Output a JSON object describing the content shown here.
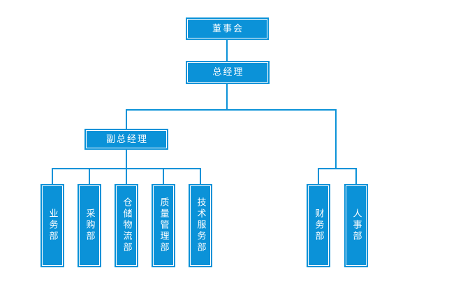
{
  "diagram": {
    "type": "org-chart",
    "colors": {
      "node_fill": "#0b92d8",
      "node_inner_border": "#ffffff",
      "connector": "#0b92d8",
      "text": "#ffffff",
      "background": "#ffffff"
    },
    "nodes": [
      {
        "id": "board",
        "label": "董事会",
        "parent": null,
        "orientation": "horizontal"
      },
      {
        "id": "general-manager",
        "label": "总经理",
        "parent": "board",
        "orientation": "horizontal"
      },
      {
        "id": "deputy-general-manager",
        "label": "副总经理",
        "parent": "general-manager",
        "orientation": "horizontal"
      },
      {
        "id": "business-dept",
        "label": "业务部",
        "parent": "deputy-general-manager",
        "orientation": "vertical"
      },
      {
        "id": "purchasing-dept",
        "label": "采购部",
        "parent": "deputy-general-manager",
        "orientation": "vertical"
      },
      {
        "id": "warehouse-logistics-dept",
        "label": "仓储物流部",
        "parent": "deputy-general-manager",
        "orientation": "vertical"
      },
      {
        "id": "quality-management-dept",
        "label": "质量管理部",
        "parent": "deputy-general-manager",
        "orientation": "vertical"
      },
      {
        "id": "technical-service-dept",
        "label": "技术服务部",
        "parent": "deputy-general-manager",
        "orientation": "vertical"
      },
      {
        "id": "finance-dept",
        "label": "财务部",
        "parent": "general-manager",
        "orientation": "vertical"
      },
      {
        "id": "hr-dept",
        "label": "人事部",
        "parent": "general-manager",
        "orientation": "vertical"
      }
    ]
  }
}
